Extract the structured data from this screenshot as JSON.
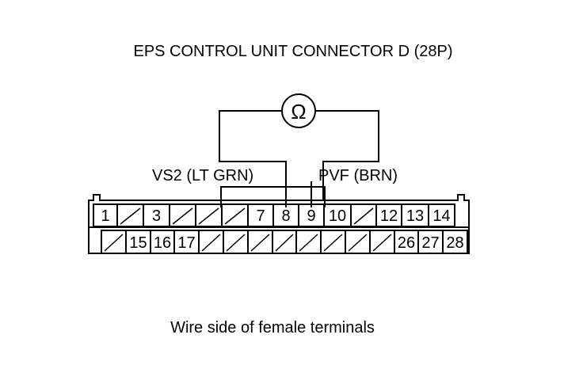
{
  "title": "EPS CONTROL UNIT CONNECTOR D (28P)",
  "meter_symbol": "Ω",
  "labels": {
    "left_wire": "VS2 (LT GRN)",
    "right_wire": "PVF (BRN)"
  },
  "caption": "Wire side of female terminals",
  "connector": {
    "top_row": [
      "1",
      "",
      "3",
      "",
      "",
      "",
      "7",
      "8",
      "9",
      "10",
      "",
      "12",
      "13",
      "14"
    ],
    "bottom_row": [
      "",
      "15",
      "16",
      "17",
      "",
      "",
      "",
      "",
      "",
      "",
      "",
      "",
      "26",
      "27",
      "28"
    ]
  }
}
